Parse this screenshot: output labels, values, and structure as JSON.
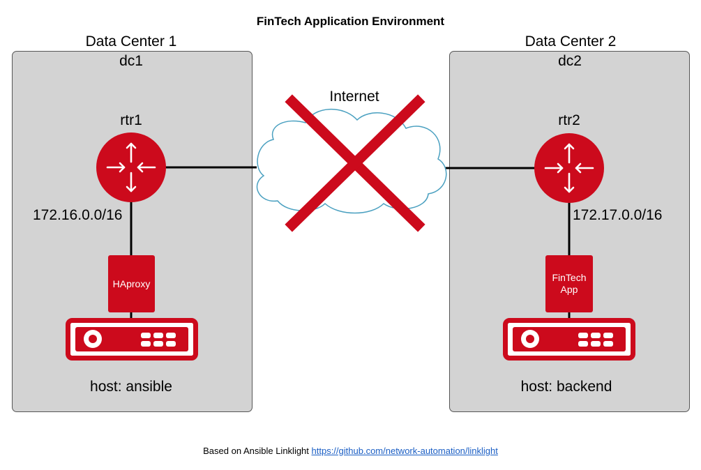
{
  "title": "FinTech Application Environment",
  "colors": {
    "accent": "#cc0a1c",
    "box": "#d3d3d3",
    "cloud_stroke": "#4aa0c0"
  },
  "dc1": {
    "label": "Data Center 1",
    "id": "dc1",
    "router": "rtr1",
    "subnet": "172.16.0.0/16",
    "service": "HAproxy",
    "host": "host: ansible"
  },
  "dc2": {
    "label": "Data Center 2",
    "id": "dc2",
    "router": "rtr2",
    "subnet": "172.17.0.0/16",
    "service": "FinTech App",
    "host": "host: backend"
  },
  "internet": {
    "label": "Internet",
    "status_icon": "x-mark-icon"
  },
  "footer": {
    "text": "Based on Ansible Linklight ",
    "link": "https://github.com/network-automation/linklight"
  }
}
